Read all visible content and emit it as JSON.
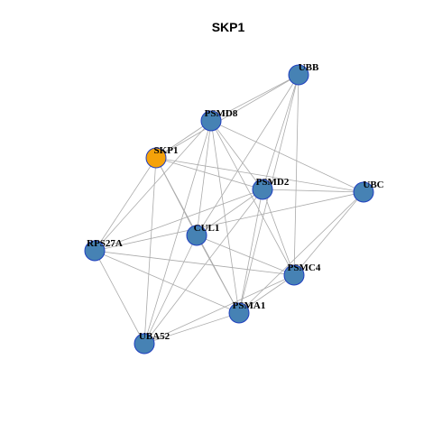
{
  "title": "SKP1",
  "colors": {
    "query_node": "#f5a20a",
    "node": "#4682b4",
    "node_border": "#1f3fbf",
    "edge": "#aaaaaa"
  },
  "nodes": [
    {
      "id": "UBB",
      "label": "UBB",
      "query": false
    },
    {
      "id": "PSMD8",
      "label": "PSMD8",
      "query": false
    },
    {
      "id": "SKP1",
      "label": "SKP1",
      "query": true
    },
    {
      "id": "PSMD2",
      "label": "PSMD2",
      "query": false
    },
    {
      "id": "UBC",
      "label": "UBC",
      "query": false
    },
    {
      "id": "CUL1",
      "label": "CUL1",
      "query": false
    },
    {
      "id": "RPS27A",
      "label": "RPS27A",
      "query": false
    },
    {
      "id": "PSMC4",
      "label": "PSMC4",
      "query": false
    },
    {
      "id": "PSMA1",
      "label": "PSMA1",
      "query": false
    },
    {
      "id": "UBA52",
      "label": "UBA52",
      "query": false
    }
  ],
  "edges": [
    [
      "UBB",
      "PSMD8"
    ],
    [
      "UBB",
      "SKP1"
    ],
    [
      "UBB",
      "PSMD2"
    ],
    [
      "UBB",
      "PSMC4"
    ],
    [
      "UBB",
      "PSMA1"
    ],
    [
      "UBB",
      "CUL1"
    ],
    [
      "PSMD8",
      "SKP1"
    ],
    [
      "PSMD8",
      "PSMD2"
    ],
    [
      "PSMD8",
      "UBC"
    ],
    [
      "PSMD8",
      "CUL1"
    ],
    [
      "PSMD8",
      "RPS27A"
    ],
    [
      "PSMD8",
      "PSMC4"
    ],
    [
      "PSMD8",
      "PSMA1"
    ],
    [
      "PSMD8",
      "UBA52"
    ],
    [
      "SKP1",
      "PSMD2"
    ],
    [
      "SKP1",
      "UBC"
    ],
    [
      "SKP1",
      "RPS27A"
    ],
    [
      "SKP1",
      "PSMA1"
    ],
    [
      "SKP1",
      "UBA52"
    ],
    [
      "SKP1",
      "CUL1"
    ],
    [
      "PSMD2",
      "UBC"
    ],
    [
      "PSMD2",
      "CUL1"
    ],
    [
      "PSMD2",
      "RPS27A"
    ],
    [
      "PSMD2",
      "PSMC4"
    ],
    [
      "PSMD2",
      "PSMA1"
    ],
    [
      "PSMD2",
      "UBA52"
    ],
    [
      "UBC",
      "RPS27A"
    ],
    [
      "UBC",
      "PSMC4"
    ],
    [
      "UBC",
      "PSMA1"
    ],
    [
      "CUL1",
      "PSMC4"
    ],
    [
      "CUL1",
      "UBA52"
    ],
    [
      "CUL1",
      "PSMA1"
    ],
    [
      "RPS27A",
      "PSMC4"
    ],
    [
      "RPS27A",
      "PSMA1"
    ],
    [
      "RPS27A",
      "UBA52"
    ],
    [
      "PSMC4",
      "PSMA1"
    ],
    [
      "PSMC4",
      "UBA52"
    ],
    [
      "PSMA1",
      "UBA52"
    ]
  ]
}
